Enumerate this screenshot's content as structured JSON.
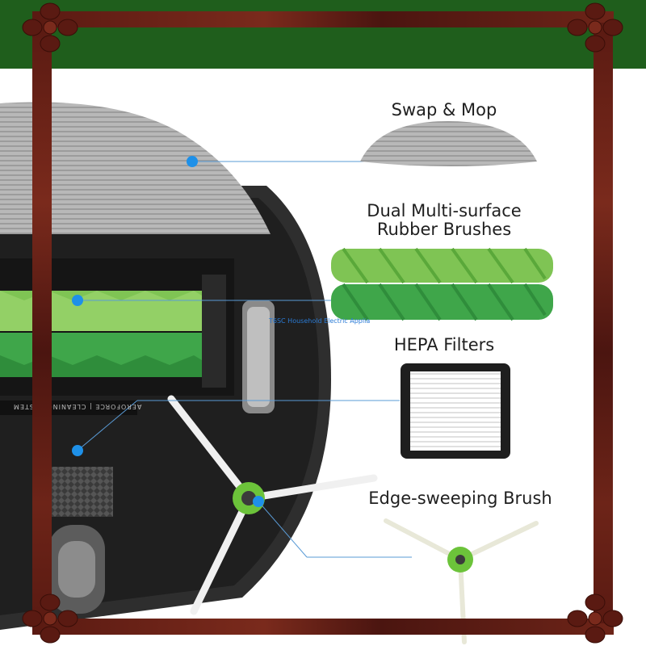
{
  "labels": {
    "swap_mop": "Swap & Mop",
    "dual_brushes_line1": "Dual Multi-surface",
    "dual_brushes_line2": "Rubber Brushes",
    "hepa": "HEPA Filters",
    "edge_brush": "Edge-sweeping Brush"
  },
  "robot_text": {
    "aeroforce": "AEROFORCE | CLEANING SYSTEM"
  },
  "watermark": "T6SC Household Electric Applia",
  "colors": {
    "frame_green": "#1f5e1c",
    "frame_wood": "#5a1a12",
    "callout_blue": "#1e90e8",
    "brush_green": "#4f9a2c",
    "mop_gray": "#a9a9a9"
  }
}
